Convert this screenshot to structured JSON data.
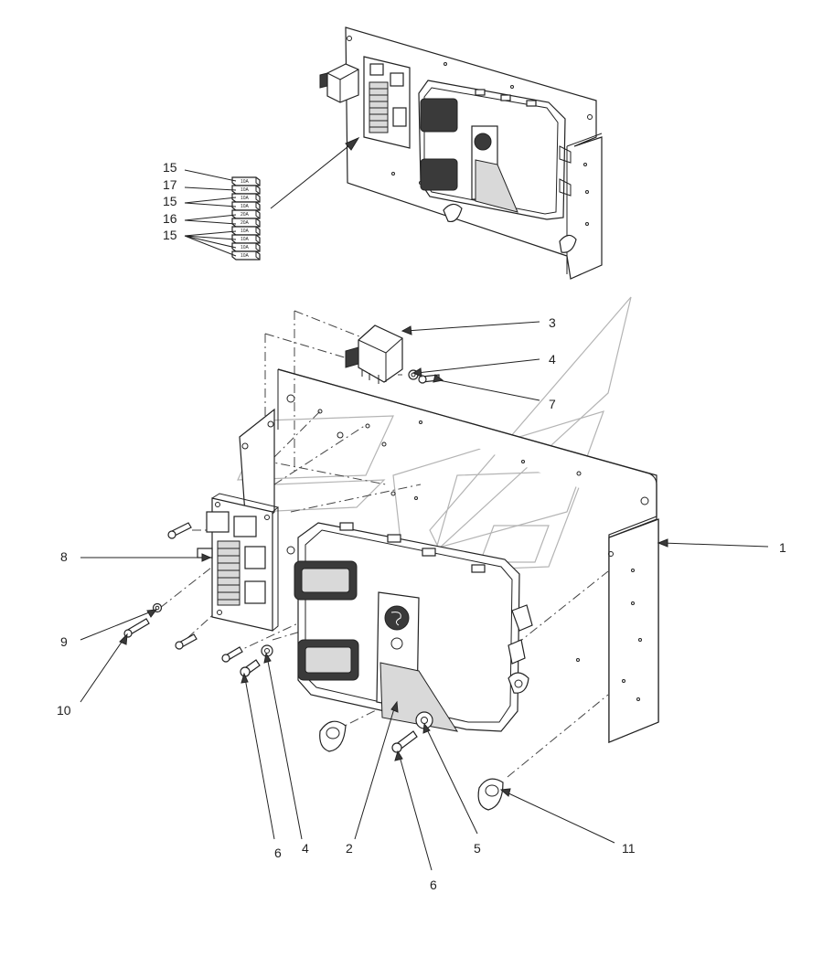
{
  "callouts": {
    "c1": "1",
    "c2": "2",
    "c3": "3",
    "c4a": "4",
    "c4b": "4",
    "c5": "5",
    "c6a": "6",
    "c6b": "6",
    "c7": "7",
    "c8": "8",
    "c9": "9",
    "c10": "10",
    "c11": "11",
    "c15a": "15",
    "c17": "17",
    "c15b": "15",
    "c16": "16",
    "c15c": "15"
  },
  "fuse_ratings": [
    "10A",
    "10A",
    "10A",
    "10A",
    "20A",
    "20A",
    "10A",
    "10A",
    "10A",
    "10A"
  ],
  "colors": {
    "line": "#222222",
    "watermark": "#b4b4b4"
  }
}
